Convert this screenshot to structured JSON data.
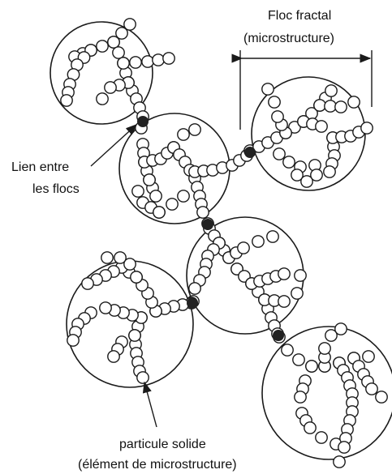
{
  "labels": {
    "floc_fractal_line1": "Floc fractal",
    "floc_fractal_line2": "(microstructure)",
    "lien_line1": "Lien entre",
    "lien_line2": "les flocs",
    "particule_line1": "particule solide",
    "particule_line2": "(élément de microstructure)"
  },
  "colors": {
    "stroke": "#1a1a1a",
    "junction": "#222222",
    "text": "#111111"
  }
}
